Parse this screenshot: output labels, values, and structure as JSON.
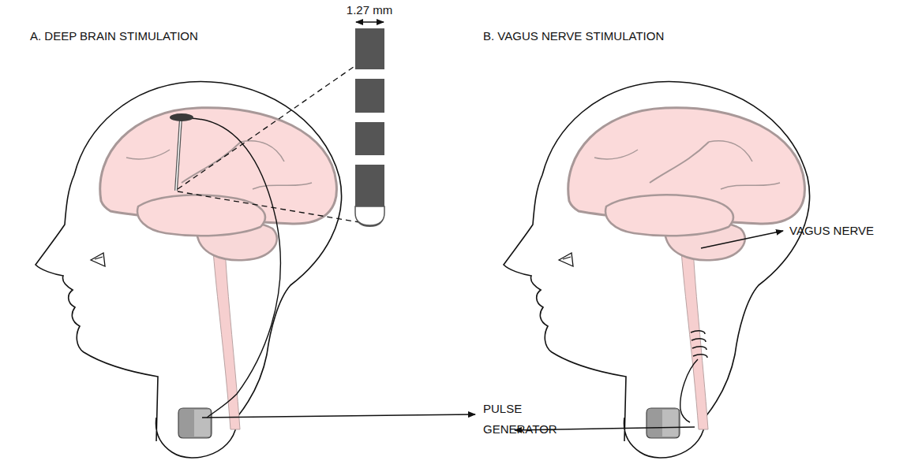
{
  "diagram": {
    "labels": [
      "A. DEEP BRAIN STIMULATION",
      "1.27 mm",
      "B. VAGUS NERVE STIMULATION",
      "VAGUS NERVE",
      "PULSE GENERATOR"
    ]
  }
}
